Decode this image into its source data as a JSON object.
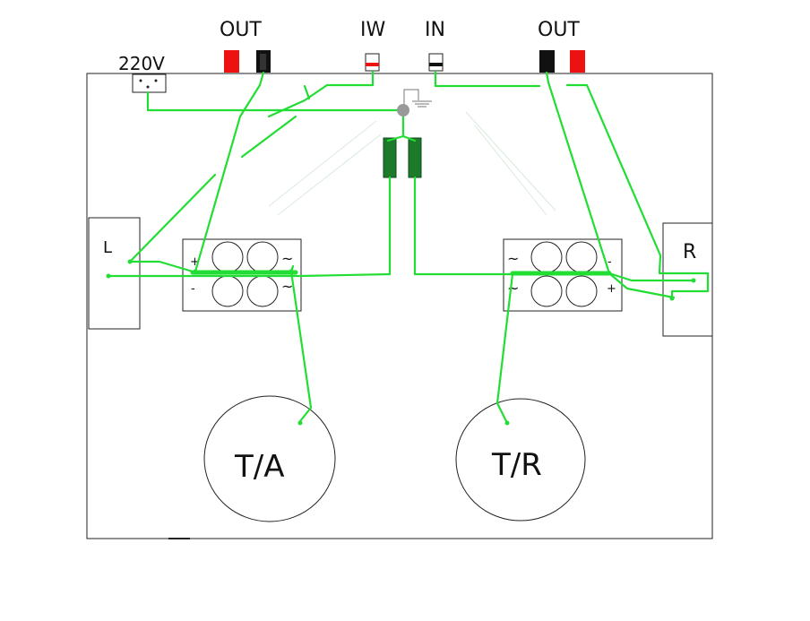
{
  "labels": {
    "mains": "220V",
    "out_left": "OUT",
    "in_left": "IW",
    "in_right": "IN",
    "out_right": "OUT",
    "board_left": "L",
    "board_right": "R",
    "toroid_left": "T/A",
    "toroid_right": "T/R",
    "plus": "+",
    "minus": "-",
    "ac": "~"
  },
  "colors": {
    "wire": "#22dd33",
    "cap": "#1d7a2a",
    "terminal_red": "#ee1111",
    "terminal_black": "#111111",
    "ground_node": "#999999",
    "outline": "#222222"
  }
}
